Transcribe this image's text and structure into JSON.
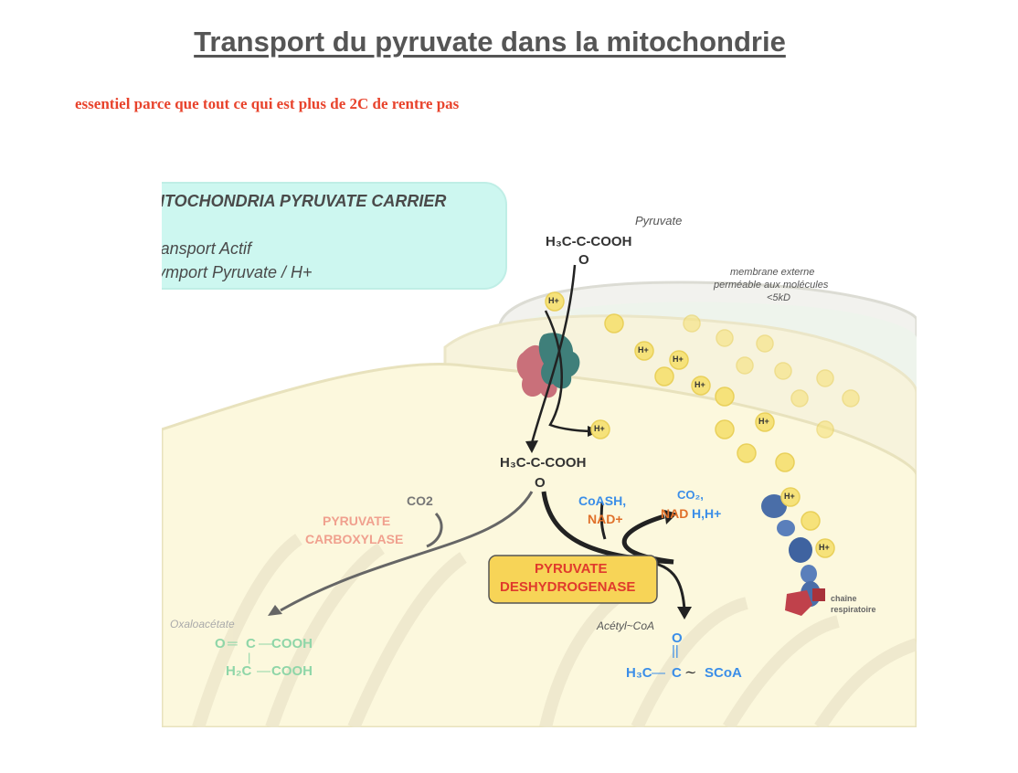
{
  "page": {
    "title": "Transport du pyruvate dans la mitochondrie",
    "note": "essentiel parce que tout ce qui est plus de 2C de rentre pas"
  },
  "figure": {
    "carrier_box": {
      "title": "MITOCHONDRIA PYRUVATE CARRIER",
      "line1": "Transport Actif",
      "line2": "Symport Pyruvate / H+"
    },
    "pyruvate_label": "Pyruvate",
    "pyruvate_formula_top": "H₃C-C-COOH",
    "pyruvate_formula_inner": "H₃C-C-COOH",
    "oxygen": "O",
    "outer_membrane": [
      "membrane externe",
      "perméable aux molécules",
      "<5kD"
    ],
    "proton": "H+",
    "co2_left": "CO2",
    "pyruvate_carboxylase": [
      "PYRUVATE",
      "CARBOXYLASE"
    ],
    "cofactors_in": {
      "coash": "CoASH,",
      "nad": "NAD+"
    },
    "products_out": {
      "co2": "CO₂,",
      "nadh": "NAD",
      "nadh_h": "H,H+"
    },
    "pdh": [
      "PYRUVATE",
      "DESHYDROGENASE"
    ],
    "oxaloacetate_label": "Oxaloacétate",
    "oxaloacetate_formula": {
      "line1a": "O",
      "line1b": "C",
      "line1c": "COOH",
      "line2a": "H₂C",
      "line2b": "COOH"
    },
    "acetylcoa_label": "Acétyl~CoA",
    "acetylcoa_formula": {
      "o": "O",
      "h3c": "H₃C",
      "c": "C",
      "scoa": "SCoA"
    },
    "respiratory_chain": [
      "chaîne",
      "respiratoire"
    ],
    "colors": {
      "pyruvate_carboxylase": "#f0a08e",
      "pdh_box": "#f7d457",
      "pdh_text": "#e03a2c",
      "oxaloacetate": "#8fd6a8",
      "acetyl": "#3b8ee8",
      "nad": "#e0702a",
      "carrier_box_bg": "#cdf7f0"
    }
  }
}
